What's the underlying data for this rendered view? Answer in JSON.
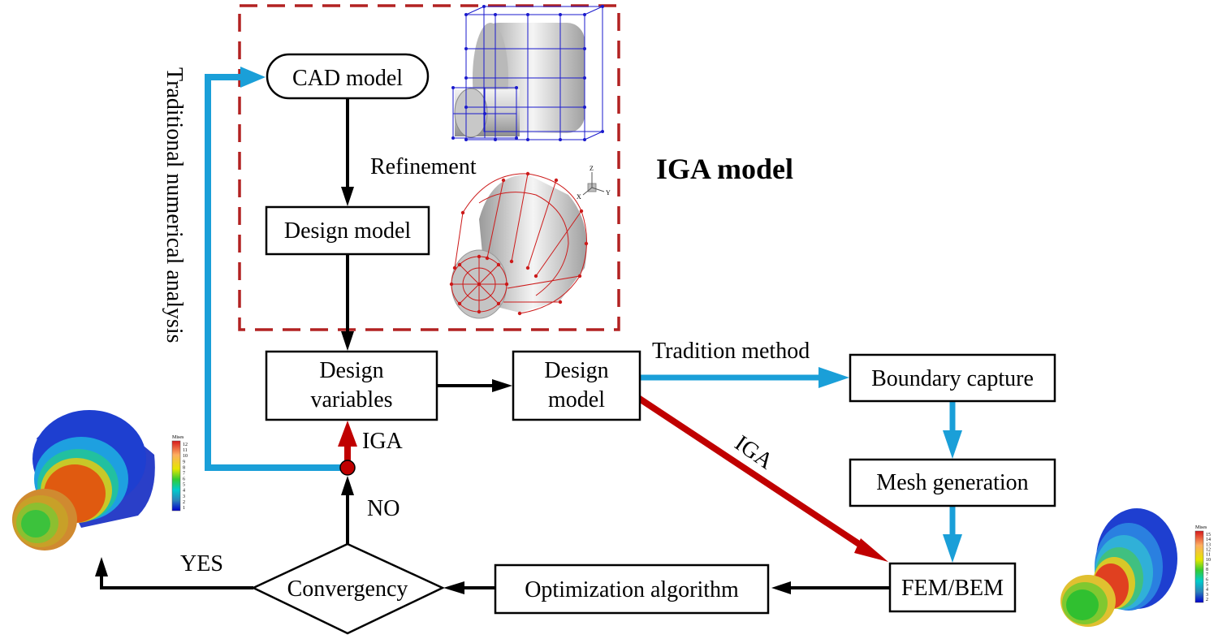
{
  "nodes": {
    "cad_model": "CAD model",
    "design_model_top": "Design model",
    "design_variables_line1": "Design",
    "design_variables_line2": "variables",
    "design_model_mid_line1": "Design",
    "design_model_mid_line2": "model",
    "boundary_capture": "Boundary capture",
    "mesh_generation": "Mesh generation",
    "fem_bem": "FEM/BEM",
    "optimization_algorithm": "Optimization algorithm",
    "convergency": "Convergency"
  },
  "labels": {
    "refinement": "Refinement",
    "iga_model": "IGA model",
    "traditional_numerical_analysis": "Traditional numerical analysis",
    "tradition_method": "Tradition method",
    "iga_diagonal": "IGA",
    "iga_up": "IGA",
    "no": "NO",
    "yes": "YES"
  },
  "legend_left": {
    "title": "Mises",
    "ticks": [
      "12",
      "11",
      "10",
      "9",
      "8",
      "7",
      "6",
      "5",
      "4",
      "3",
      "2",
      "1"
    ]
  },
  "legend_right": {
    "title": "Mises",
    "ticks": [
      "15",
      "14",
      "13",
      "12",
      "11",
      "10",
      "9",
      "8",
      "7",
      "6",
      "5",
      "4",
      "3",
      "2"
    ]
  },
  "axes_triad": {
    "z": "Z",
    "y": "Y",
    "x": "X"
  },
  "colors": {
    "black_flow": "#000000",
    "blue_flow": "#1a9fd8",
    "red_flow": "#c00000",
    "dashed_frame": "#b22222",
    "control_net_blue": "#1a1acd",
    "control_net_red": "#cc1a1a"
  }
}
